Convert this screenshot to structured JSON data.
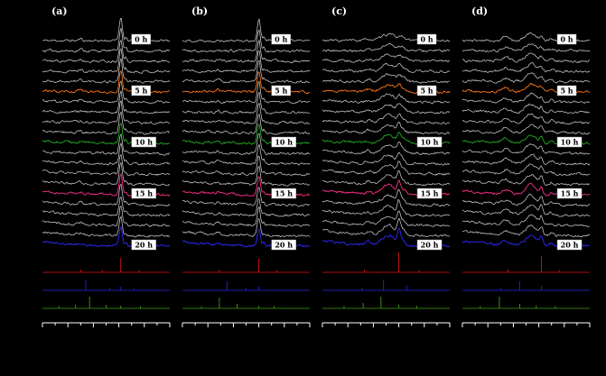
{
  "figure": {
    "background": "#000000",
    "trace_color": "#c9c9c9",
    "axis_color": "#ffffff",
    "highlight_colors": {
      "5": "#ff7518",
      "10": "#22aa22",
      "15": "#ff2d8a",
      "20": "#2b2bff"
    },
    "reference_colors": {
      "red": "#e01010",
      "blue": "#2525e0",
      "green": "#3f9f10"
    },
    "label_box": {
      "bg": "#ffffff",
      "text_color": "#000000",
      "border": "#999999"
    }
  },
  "chart_data": {
    "type": "line",
    "title": "",
    "xlabel": "",
    "ylabel": "",
    "description": "Four-panel time-resolved diffraction waterfall plots (a-d). Each panel shows stacked intensity traces recorded from 0 h (top) to 20 h (bottom), one trace per hour. Traces at 5 h, 10 h, 15 h and 20 h are highlighted in orange, green, magenta and blue. Below each waterfall three reference stick patterns are shown in red, blue and green above the x-axis.",
    "trace_count": 21,
    "time_range_h": [
      0,
      20
    ],
    "time_labels": [
      {
        "trace": 0,
        "text": "0 h"
      },
      {
        "trace": 5,
        "text": "5 h"
      },
      {
        "trace": 10,
        "text": "10 h"
      },
      {
        "trace": 15,
        "text": "15 h"
      },
      {
        "trace": 20,
        "text": "20 h"
      }
    ],
    "panels": [
      {
        "id": "a",
        "label": "(a)",
        "label_x": 0.7,
        "seed": 11,
        "bg_rise": 5,
        "peaks": [
          {
            "x": 0.615,
            "sigma": 0.012,
            "a0": 26,
            "a1": 21
          },
          {
            "x": 0.655,
            "sigma": 0.008,
            "a0": 4,
            "a1": 3
          },
          {
            "x": 0.3,
            "sigma": 0.012,
            "a0": 2,
            "a1": 2
          }
        ],
        "refs": {
          "red": [
            [
              0.615,
              16
            ],
            [
              0.47,
              2.5
            ],
            [
              0.76,
              2.5
            ],
            [
              0.3,
              3
            ]
          ],
          "blue": [
            [
              0.34,
              11
            ],
            [
              0.615,
              4
            ],
            [
              0.53,
              2.5
            ],
            [
              0.72,
              2
            ]
          ],
          "green": [
            [
              0.13,
              2.5
            ],
            [
              0.26,
              4
            ],
            [
              0.37,
              13
            ],
            [
              0.5,
              4
            ],
            [
              0.615,
              3
            ],
            [
              0.77,
              2.5
            ]
          ]
        }
      },
      {
        "id": "b",
        "label": "(b)",
        "label_x": 0.7,
        "seed": 22,
        "bg_rise": 5,
        "peaks": [
          {
            "x": 0.6,
            "sigma": 0.012,
            "a0": 24,
            "a1": 19
          },
          {
            "x": 0.64,
            "sigma": 0.008,
            "a0": 3.5,
            "a1": 3
          },
          {
            "x": 0.28,
            "sigma": 0.012,
            "a0": 2,
            "a1": 2
          }
        ],
        "refs": {
          "red": [
            [
              0.6,
              15
            ],
            [
              0.29,
              3
            ],
            [
              0.74,
              2.5
            ]
          ],
          "blue": [
            [
              0.35,
              10
            ],
            [
              0.6,
              4
            ],
            [
              0.5,
              2.5
            ]
          ],
          "green": [
            [
              0.15,
              2.5
            ],
            [
              0.29,
              12
            ],
            [
              0.43,
              5
            ],
            [
              0.6,
              3
            ],
            [
              0.72,
              2.5
            ]
          ]
        }
      },
      {
        "id": "c",
        "label": "(c)",
        "label_x": 0.745,
        "seed": 33,
        "bg_rise": 6,
        "peaks": [
          {
            "x": 0.52,
            "sigma": 0.05,
            "a0": 7,
            "a1": 11
          },
          {
            "x": 0.63,
            "sigma": 0.022,
            "a0": 4,
            "a1": 6
          },
          {
            "x": 0.6,
            "sigma": 0.012,
            "a0": 1,
            "a1": 14
          },
          {
            "x": 0.36,
            "sigma": 0.02,
            "a0": 2,
            "a1": 3
          }
        ],
        "refs": {
          "red": [
            [
              0.6,
              22
            ],
            [
              0.33,
              3
            ],
            [
              0.76,
              2.5
            ]
          ],
          "blue": [
            [
              0.48,
              12
            ],
            [
              0.66,
              5
            ],
            [
              0.31,
              3
            ]
          ],
          "green": [
            [
              0.17,
              2.5
            ],
            [
              0.32,
              6
            ],
            [
              0.46,
              13
            ],
            [
              0.6,
              4
            ],
            [
              0.74,
              3
            ]
          ]
        }
      },
      {
        "id": "d",
        "label": "(d)",
        "label_x": 0.745,
        "seed": 44,
        "bg_rise": 6,
        "peaks": [
          {
            "x": 0.54,
            "sigma": 0.042,
            "a0": 8,
            "a1": 11
          },
          {
            "x": 0.34,
            "sigma": 0.028,
            "a0": 4,
            "a1": 5
          },
          {
            "x": 0.62,
            "sigma": 0.012,
            "a0": 3,
            "a1": 9
          },
          {
            "x": 0.7,
            "sigma": 0.015,
            "a0": 2,
            "a1": 3
          }
        ],
        "refs": {
          "red": [
            [
              0.62,
              18
            ],
            [
              0.36,
              3.5
            ],
            [
              0.76,
              2.5
            ]
          ],
          "blue": [
            [
              0.45,
              10
            ],
            [
              0.62,
              5
            ],
            [
              0.3,
              2.5
            ]
          ],
          "green": [
            [
              0.14,
              2.5
            ],
            [
              0.29,
              13
            ],
            [
              0.45,
              5
            ],
            [
              0.58,
              3.5
            ],
            [
              0.73,
              2.5
            ]
          ]
        }
      }
    ]
  }
}
